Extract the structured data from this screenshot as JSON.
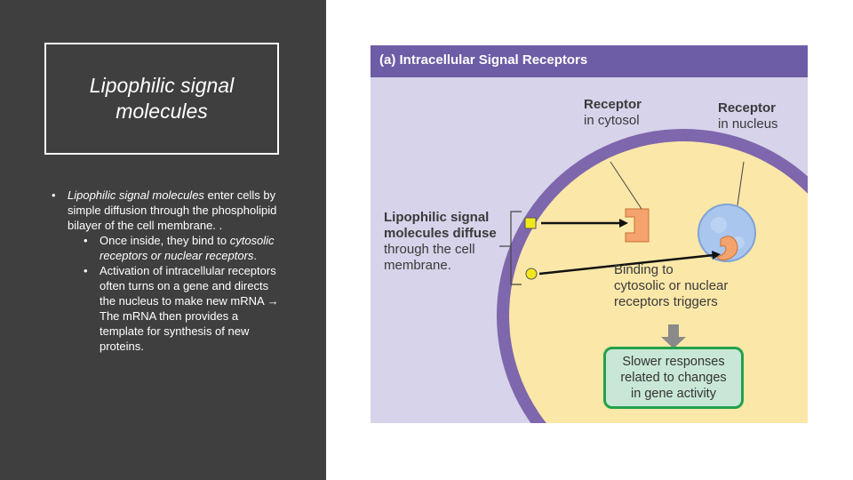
{
  "slide": {
    "title": "Lipophilic signal molecules",
    "bullets": {
      "b1_italic": "Lipophilic signal molecules",
      "b1_rest": " enter cells by simple diffusion through the phospholipid bilayer of the cell membrane. .",
      "b2a_text": "Once inside, they bind to ",
      "b2a_italic": "cytosolic receptors or nuclear receptors",
      "b2a_end": ".",
      "b2b_text1": "Activation of intracellular receptors often turns on a gene and directs the nucleus to make new mRNA ",
      "b2b_arrow": "→",
      "b2b_text2": " The mRNA then provides a template for synthesis of new proteins.",
      "bullet_char": "•"
    }
  },
  "figure": {
    "header": "(a) Intracellular Signal Receptors",
    "label_receptor_cytosol_1": "Receptor",
    "label_receptor_cytosol_2": "in cytosol",
    "label_receptor_nucleus_1": "Receptor",
    "label_receptor_nucleus_2": "in nucleus",
    "label_lipo_1": "Lipophilic signal",
    "label_lipo_2": "molecules diffuse",
    "label_lipo_3": "through the cell",
    "label_lipo_4": "membrane.",
    "label_binding_1": "Binding to",
    "label_binding_2": "cytosolic or nuclear",
    "label_binding_3": "receptors triggers",
    "response_1": "Slower responses",
    "response_2": "related to changes",
    "response_3": "in gene activity",
    "colors": {
      "header": "#6d5ca6",
      "background": "#d6d3ea",
      "membrane": "#7f67ad",
      "cytoplasm": "#fbe7a8",
      "receptor": "#f4a36c",
      "nucleus": "#a9c6ee",
      "signal": "#f1e81c",
      "response_fill": "#c9e7d7",
      "response_border": "#23a14b"
    }
  }
}
